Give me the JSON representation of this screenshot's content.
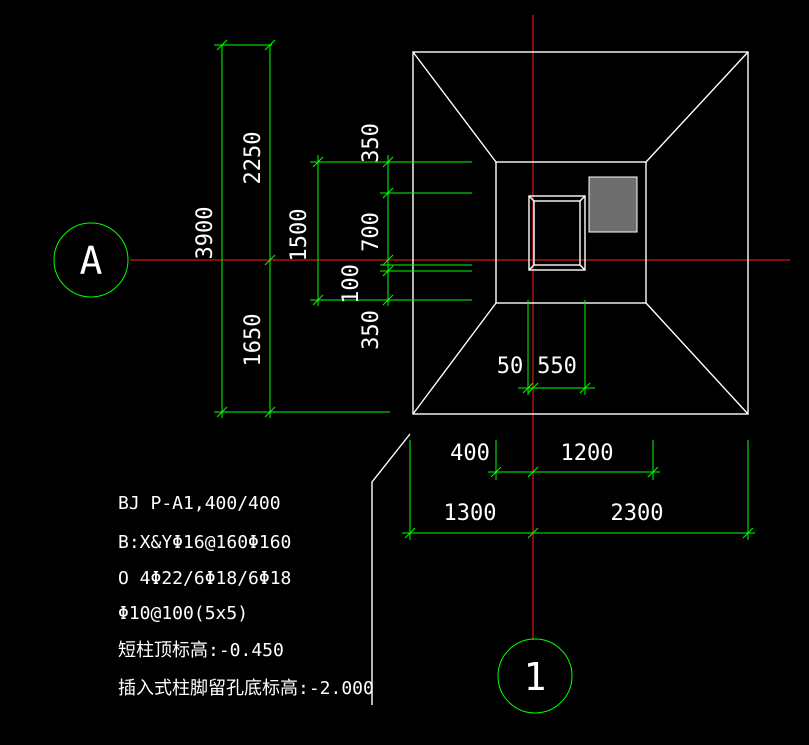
{
  "colors": {
    "background": "#000000",
    "axis": "#ff2020",
    "dimension": "#00ff00",
    "outline": "#ffffff",
    "column_fill": "#6e6e6e",
    "annotation_text": "#ffffff"
  },
  "grid_labels": {
    "horizontal_axis": "A",
    "vertical_axis": "1"
  },
  "dimensions": {
    "total_y": "3900",
    "upper_y": "2250",
    "lower_y": "1650",
    "pedestal_y": "1500",
    "top_offset": "350",
    "column_y": "700",
    "column_offset": "100",
    "bottom_offset": "350",
    "column_offset_x": "50",
    "column_x": "550",
    "pedestal_left": "400",
    "pedestal_right": "1200",
    "base_left": "1300",
    "base_right": "2300"
  },
  "notes": [
    "BJ P-A1,400/400",
    "B:X&YΦ16@160Φ160",
    "O 4Φ22/6Φ18/6Φ18",
    "Φ10@100(5x5)",
    "短柱顶标高:-0.450",
    "插入式柱脚留孔底标高:-2.000"
  ]
}
